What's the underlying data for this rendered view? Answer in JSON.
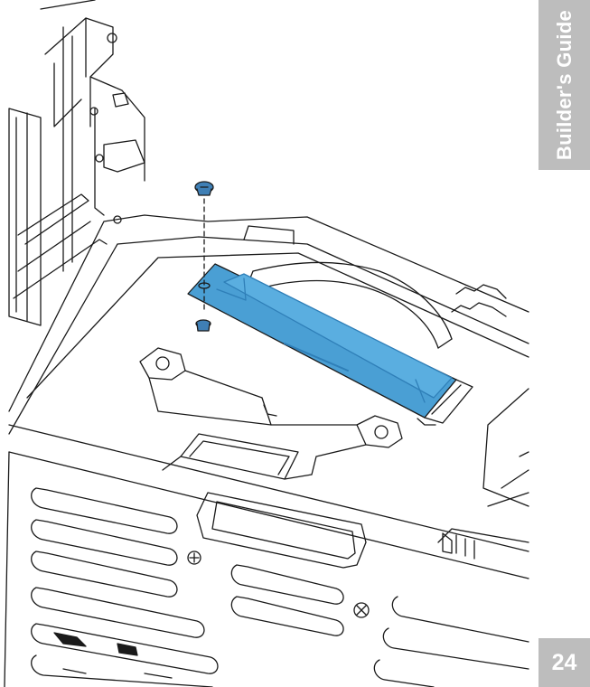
{
  "guide": {
    "section_tab": "Builder's Guide",
    "page_number": "24"
  },
  "colors": {
    "tab_background": "#bdbdbd",
    "ssd_blue": "#4a9fd4",
    "ssd_blue_dark": "#2f7fb8",
    "screw_blue": "#3f7fb5",
    "line_art": "#1a1a1a"
  },
  "icons": [
    "m2-ssd-module",
    "m2-screw",
    "m2-standoff",
    "chassis-line-art"
  ]
}
